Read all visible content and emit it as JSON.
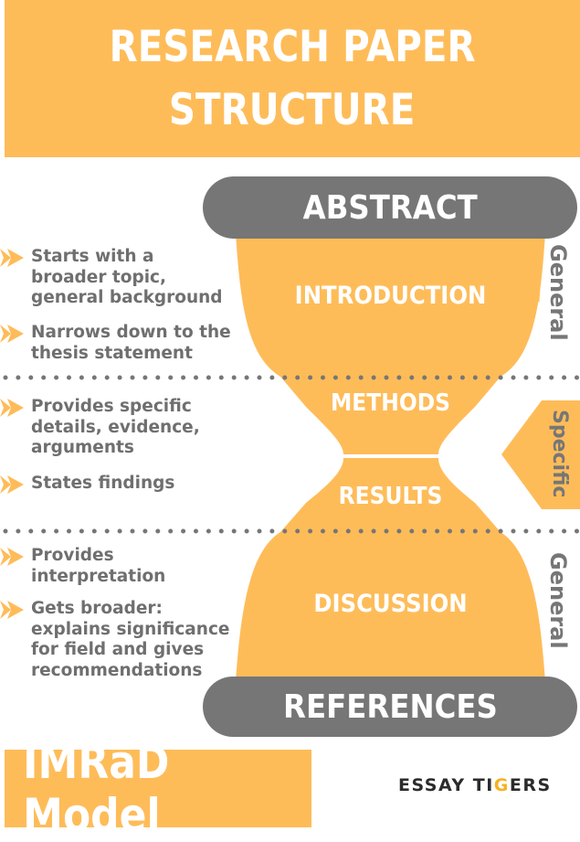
{
  "title": {
    "line1": "RESEARCH PAPER",
    "line2": "STRUCTURE"
  },
  "colors": {
    "accent": "#febc59",
    "gray": "#767676",
    "text_gray": "#6f6f6f",
    "logo_dark": "#2b2b2b",
    "logo_accent": "#f5b223"
  },
  "diagram": {
    "abstract": "ABSTRACT",
    "introduction": "INTRODUCTION",
    "methods": "METHODS",
    "results": "RESULTS",
    "discussion": "DISCUSSION",
    "references": "REFERENCES"
  },
  "side_labels": {
    "general_top": "General",
    "specific": "Specific",
    "general_bottom": "General"
  },
  "bullets": [
    {
      "icon": "double-arrow-right-icon",
      "text": "Starts with a\nbroader topic,\ngeneral background"
    },
    {
      "icon": "double-arrow-right-icon",
      "text": "Narrows down to the\nthesis statement"
    },
    {
      "icon": "double-arrow-right-icon",
      "text": "Provides specific\ndetails, evidence,\narguments"
    },
    {
      "icon": "double-arrow-right-icon",
      "text": "States findings"
    },
    {
      "icon": "double-arrow-right-icon",
      "text": "Provides\ninterpretation"
    },
    {
      "icon": "double-arrow-right-icon",
      "text": "Gets broader:\nexplains significance\nfor field and gives\nrecommendations"
    }
  ],
  "footer": {
    "model_label": "IMRaD Model",
    "logo_part1": "ESSAY TI",
    "logo_accent": "G",
    "logo_part2": "ERS"
  }
}
